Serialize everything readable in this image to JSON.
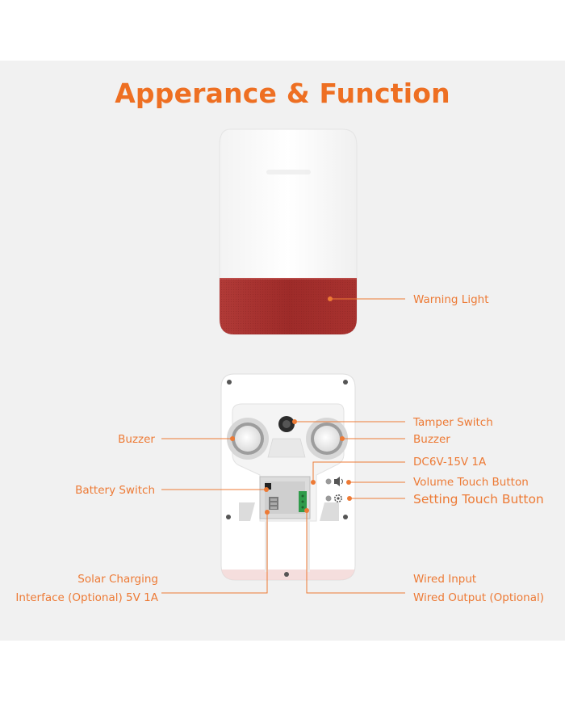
{
  "title": "Apperance & Function",
  "labels": {
    "warning_light": "Warning Light",
    "tamper_switch": "Tamper Switch",
    "buzzer_right": "Buzzer",
    "buzzer_left": "Buzzer",
    "dc_input": "DC6V-15V 1A",
    "volume_button": "Volume Touch Button",
    "setting_button": "Setting Touch Button",
    "battery_switch": "Battery Switch",
    "solar_line1": "Solar Charging",
    "solar_line2": "Interface (Optional) 5V 1A",
    "wired_input": "Wired Input",
    "wired_output": "Wired Output (Optional)"
  },
  "icons": [
    "speaker-icon",
    "gear-icon"
  ],
  "colors": {
    "accent": "#ee6f22",
    "warning_red": "#a8302e",
    "background": "#f1f1f1"
  }
}
